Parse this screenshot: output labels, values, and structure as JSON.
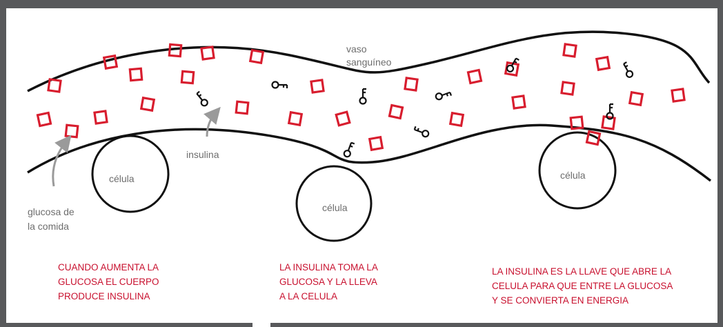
{
  "labels": {
    "vessel": [
      "vaso",
      "sanguíneo"
    ],
    "insulin": "insulina",
    "food_glucose": [
      "glucosa de",
      "la comida"
    ],
    "cell": "célula"
  },
  "captions": [
    [
      "CUANDO AUMENTA LA",
      "GLUCOSA EL CUERPO",
      "PRODUCE INSULINA"
    ],
    [
      "LA INSULINA TOMA LA",
      "GLUCOSA Y LA LLEVA",
      "A LA CELULA"
    ],
    [
      "LA INSULINA ES LA LLAVE QUE ABRE LA",
      "CELULA PARA QUE ENTRE LA GLUCOSA",
      "Y SE CONVIERTA EN ENERGIA"
    ]
  ],
  "colors": {
    "glucose": "#d81d2e",
    "caption": "#c8102e",
    "stroke": "#111111",
    "arrow": "#9a9a9a"
  },
  "icons": {
    "glucose": "red-square-icon",
    "insulin": "key-icon"
  }
}
